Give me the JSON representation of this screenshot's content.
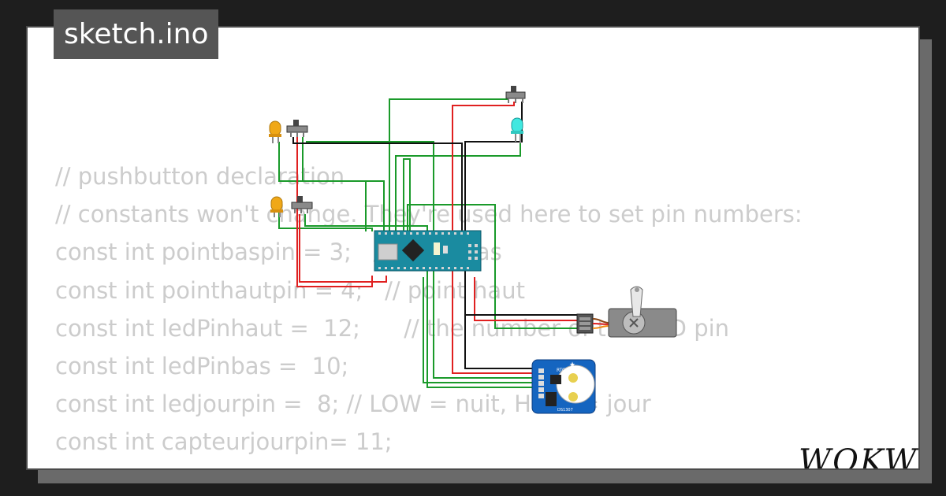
{
  "header": {
    "title": "sketch.ino"
  },
  "brand": {
    "logo_text": "WOKWi"
  },
  "code": {
    "lines": [
      "// pushbutton declaration",
      "// constants won't change. They're used here to set pin numbers:",
      "const int pointbaspin = 3;   // point bas",
      "const int pointhautpin = 4;   // point haut",
      "const int ledPinhaut =  12;      // the number of the LED pin",
      "const int ledPinbas =  10;",
      "const int ledjourpin =  8; // LOW = nuit, HIGH = jour",
      "const int capteurjourpin= 11;"
    ]
  },
  "circuit": {
    "rtc_label": "RTC",
    "rtc_chip": "DS1307"
  },
  "colors": {
    "background": "#1e1e1e",
    "card": "#ffffff",
    "code_text": "#cccccc",
    "wire_green": "#1a9a2a",
    "wire_red": "#e02020",
    "wire_black": "#111111",
    "arduino_board": "#1a8ba0",
    "rtc_board": "#1565c0",
    "led_yellow": "#f0a818",
    "led_cyan": "#40e8e0"
  }
}
